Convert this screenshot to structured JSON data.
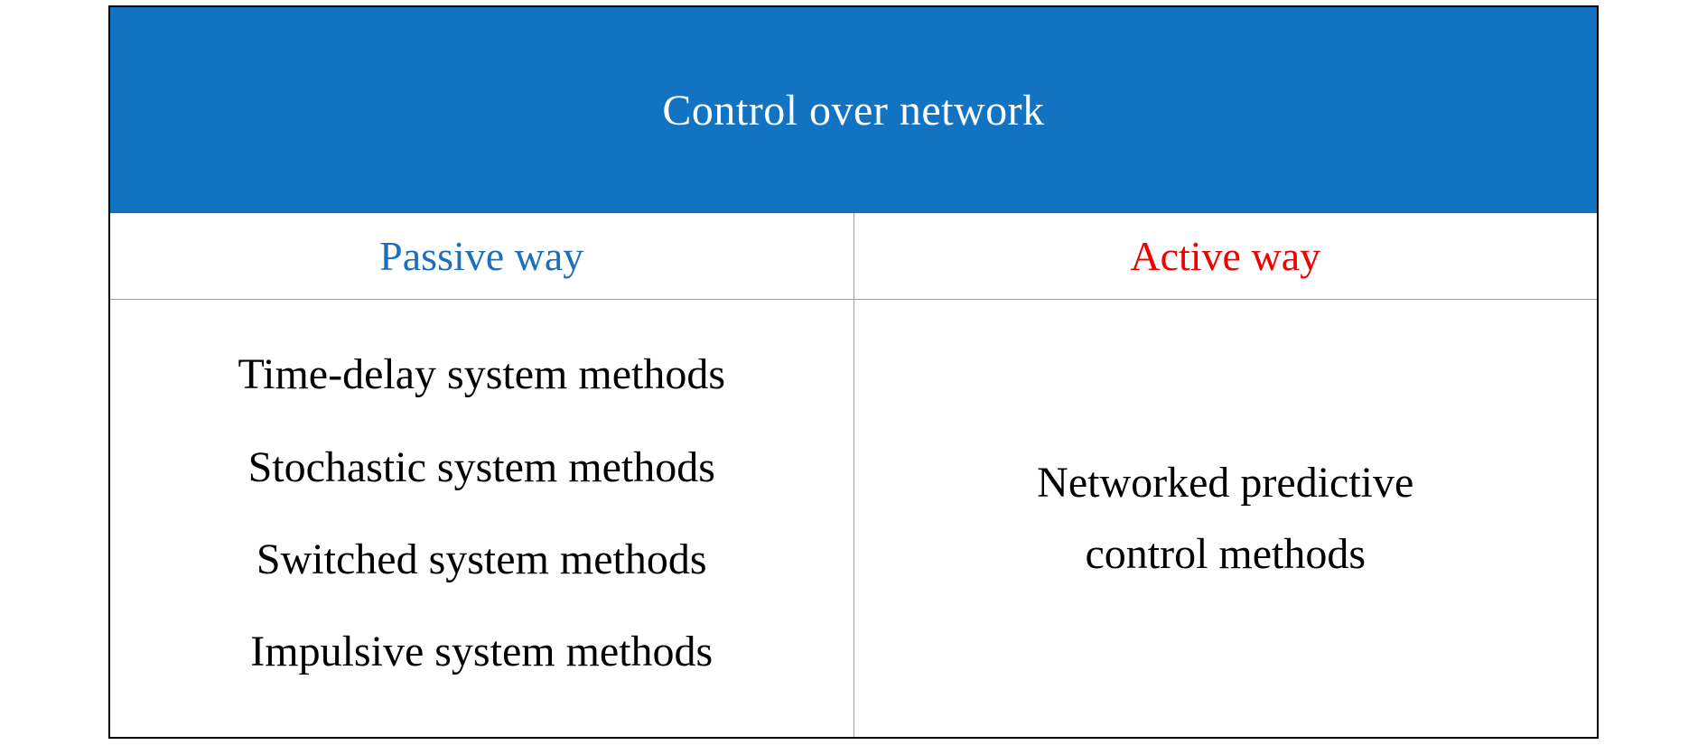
{
  "figure": {
    "title": "Control over network",
    "columns": {
      "passive": {
        "label": "Passive way"
      },
      "active": {
        "label": "Active way"
      }
    },
    "passive_methods": [
      "Time-delay system methods",
      "Stochastic system methods",
      "Switched system methods",
      "Impulsive system methods"
    ],
    "active_method_lines": [
      "Networked predictive",
      "control methods"
    ],
    "colors": {
      "header_bg": "#1173c2",
      "header_text": "#ffffff",
      "passive_label": "#1c6fbf",
      "active_label": "#f20000",
      "border": "#000000",
      "divider": "#9e9e9e"
    }
  }
}
